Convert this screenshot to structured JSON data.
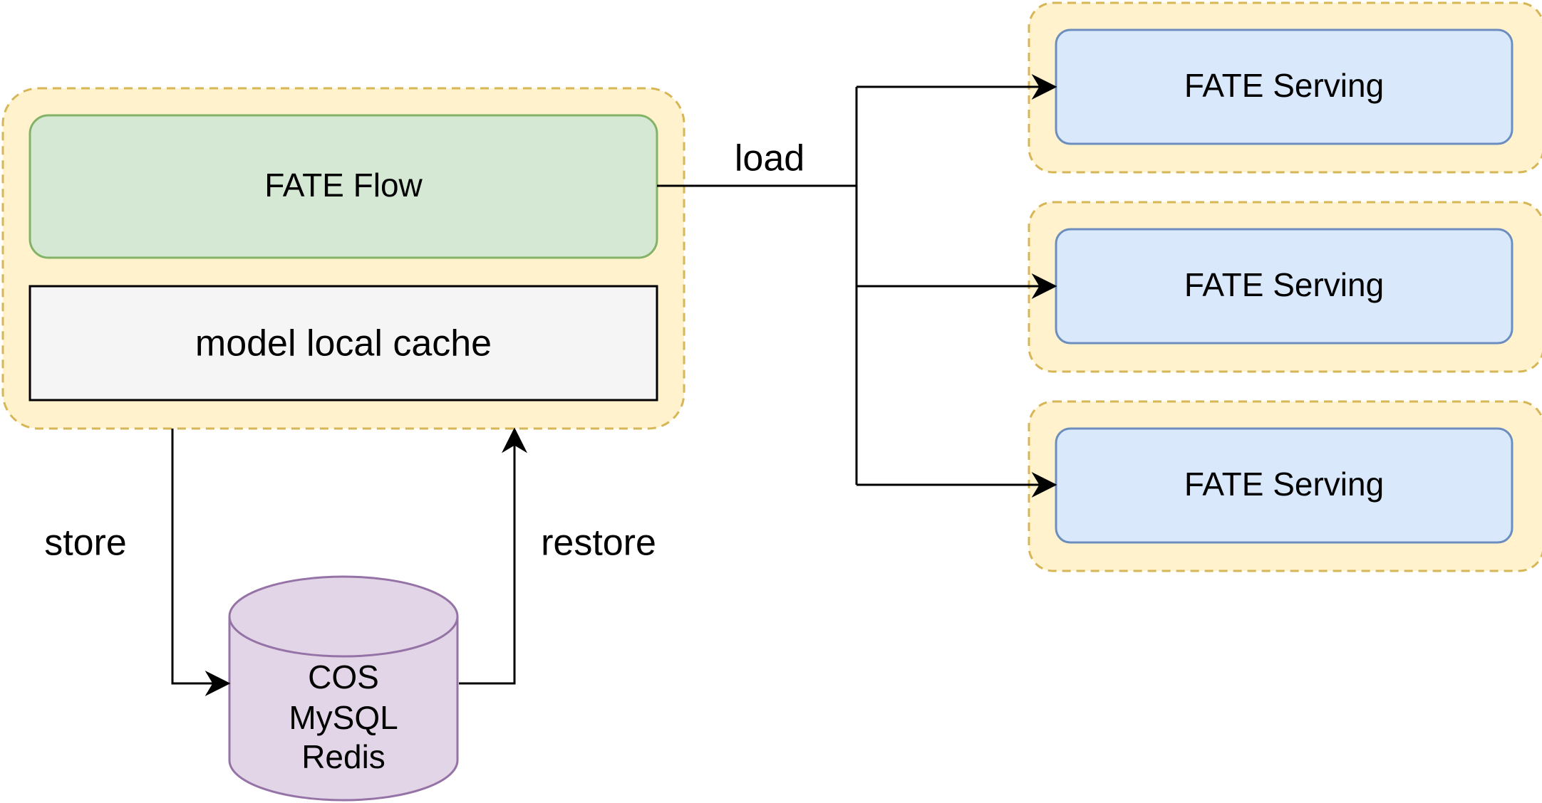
{
  "diagram": {
    "nodes": {
      "fate_flow": {
        "label": "FATE Flow",
        "fill": "#d5e8d4",
        "stroke": "#82b366"
      },
      "model_cache": {
        "label": "model local cache",
        "fill": "#f5f5f5",
        "stroke": "#000000",
        "text_color": "#333333"
      },
      "storage": {
        "lines": [
          "COS",
          "MySQL",
          "Redis"
        ],
        "fill": "#e1d5e7",
        "stroke": "#9673a6"
      },
      "servings": [
        {
          "label": "FATE Serving"
        },
        {
          "label": "FATE Serving"
        },
        {
          "label": "FATE Serving"
        }
      ],
      "serving_style": {
        "fill": "#dae8fc",
        "stroke": "#6c8ebf"
      },
      "group_style": {
        "fill": "#fff2cc",
        "stroke": "#d6b656"
      }
    },
    "edges": {
      "load": "load",
      "store": "store",
      "restore": "restore"
    }
  }
}
